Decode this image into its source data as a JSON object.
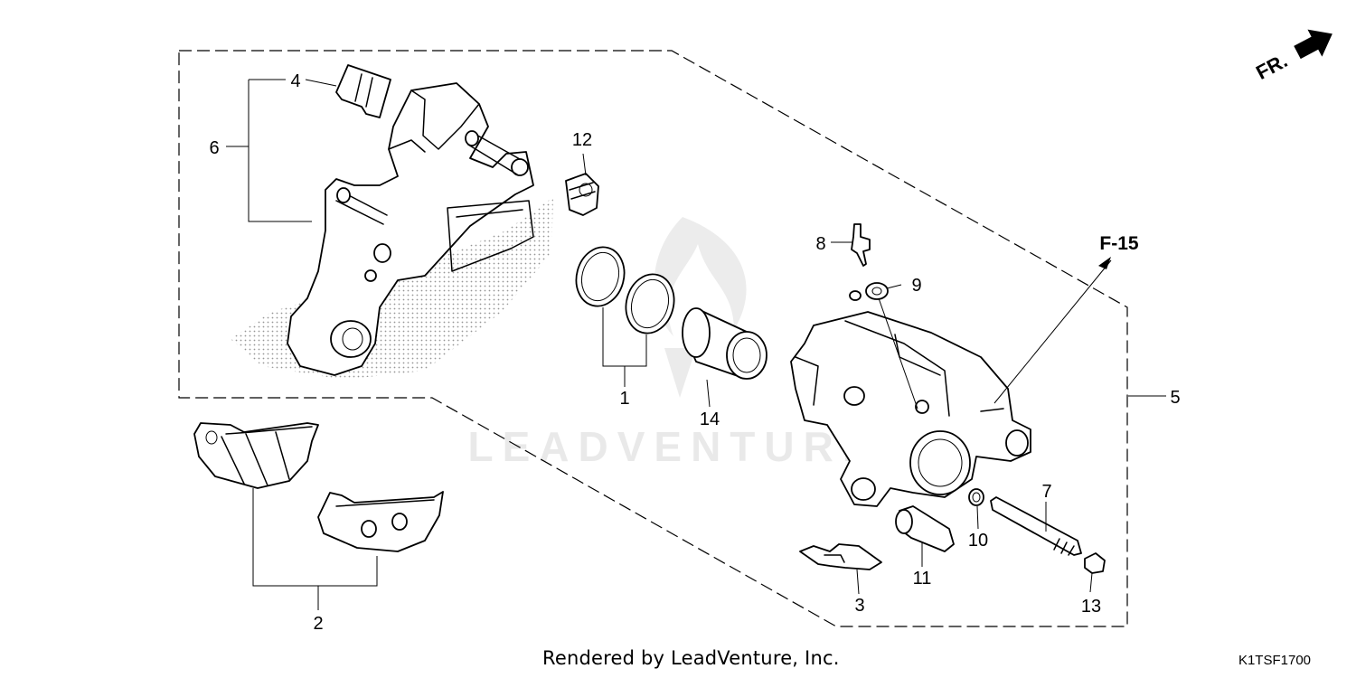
{
  "diagram": {
    "direction_label": "FR.",
    "reference": "F-15",
    "callouts": [
      "1",
      "2",
      "3",
      "4",
      "5",
      "6",
      "7",
      "8",
      "9",
      "10",
      "11",
      "12",
      "13",
      "14"
    ],
    "watermark_text": "LEADVENTURE"
  },
  "footer": {
    "credit": "Rendered by LeadVenture, Inc.",
    "diagram_code": "K1TSF1700"
  },
  "icons": [
    "front-direction-arrow-icon",
    "leadventure-flame-logo"
  ]
}
